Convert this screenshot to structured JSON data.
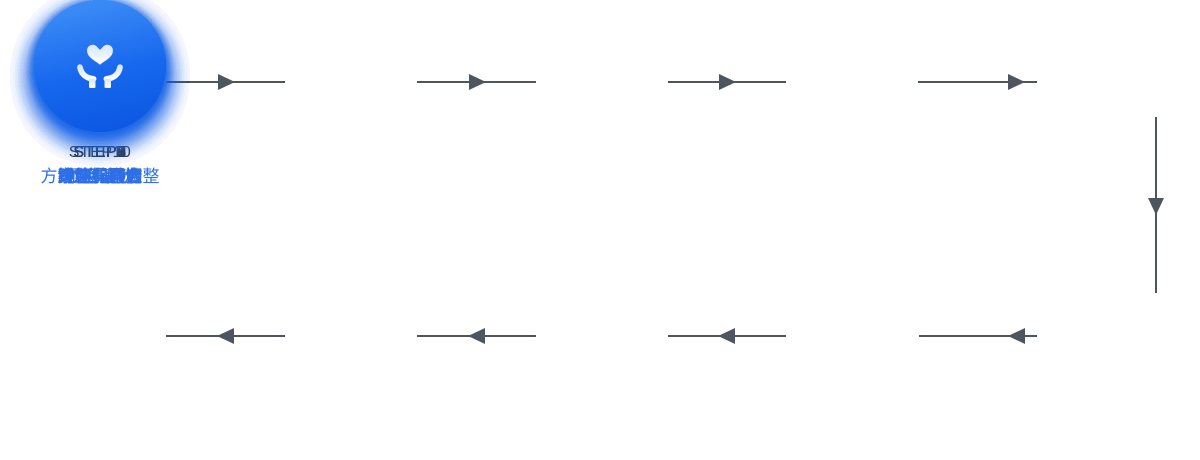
{
  "diagram": {
    "steps": [
      {
        "id": "STEP1",
        "name": "项目洽谈",
        "icon": "clipboard-check-icon"
      },
      {
        "id": "STEP2",
        "name": "访谈与调查",
        "icon": "chat-yen-icon"
      },
      {
        "id": "STEP3",
        "name": "前期策划",
        "icon": "document-edit-icon"
      },
      {
        "id": "STEP4",
        "name": "策略提案会",
        "icon": "presentation-chart-icon"
      },
      {
        "id": "STEP5",
        "name": "创意设计",
        "icon": "pencil-ruler-icon"
      },
      {
        "id": "STEP6",
        "name": "设计提案会",
        "icon": "meeting-icon"
      },
      {
        "id": "STEP7",
        "name": "方案细化与调整",
        "icon": "document-stamp-icon"
      },
      {
        "id": "STEP8",
        "name": "实施和导入",
        "icon": "construction-worker-icon"
      },
      {
        "id": "STEP9",
        "name": "竣工和验收",
        "icon": "shield-check-icon"
      },
      {
        "id": "STEP10",
        "name": "跟踪和服务",
        "icon": "hands-heart-icon"
      }
    ],
    "colors": {
      "circle_gradient_top": "#3c8cf6",
      "circle_gradient_bottom": "#0a55e0",
      "icon_accent_blue": "#1e6bef",
      "step_id_text": "#39404d",
      "step_name_text": "#2e6fe8",
      "connector": "#4e555f",
      "background": "#ffffff"
    }
  }
}
